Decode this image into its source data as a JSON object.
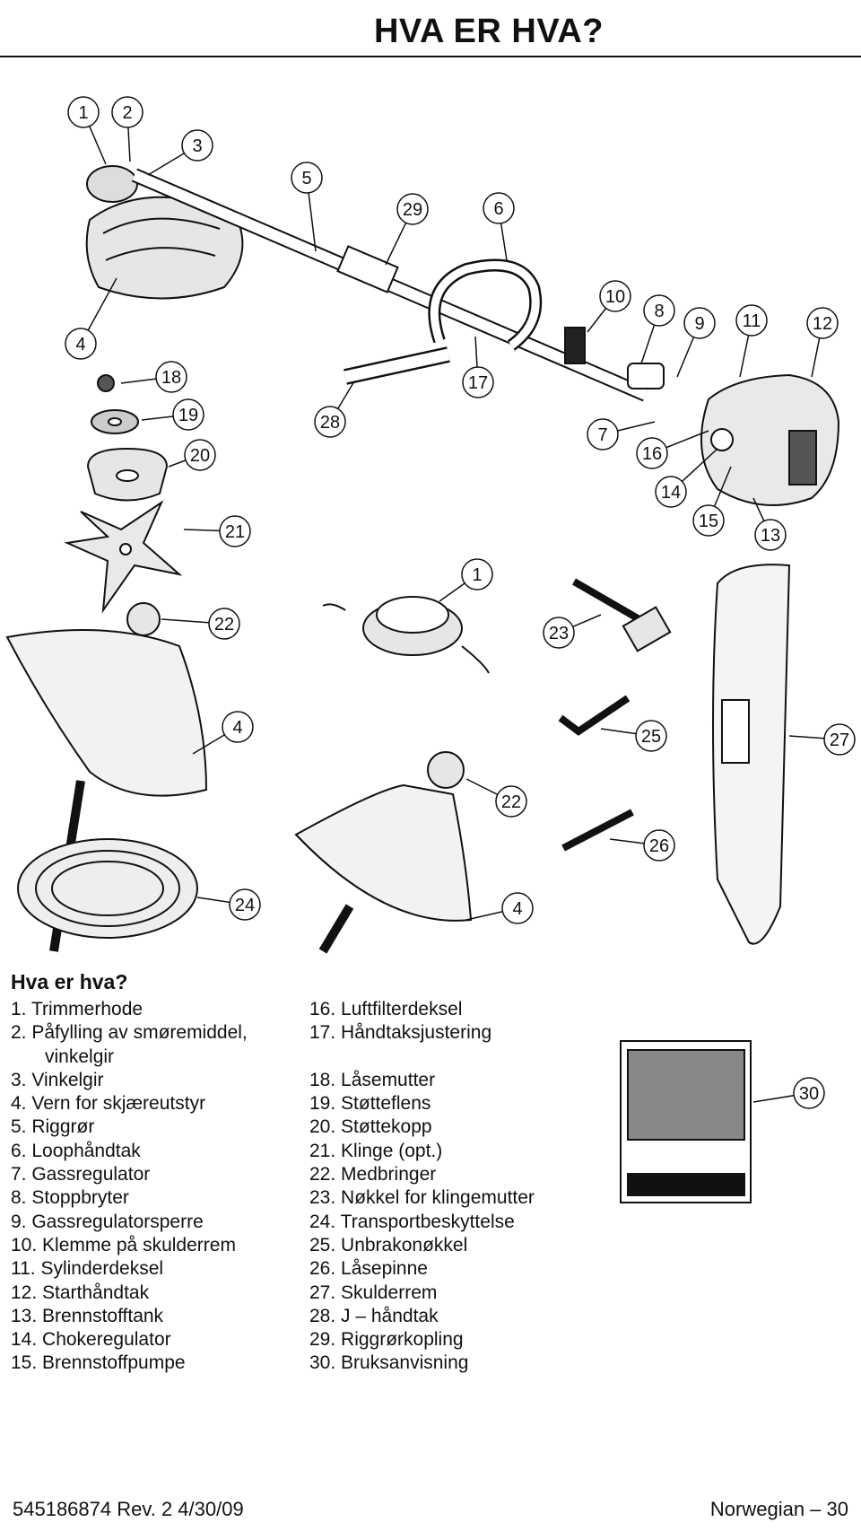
{
  "header": {
    "title": "HVA ER HVA?"
  },
  "section": {
    "heading": "Hva er hva?"
  },
  "items_left": [
    "1.  Trimmerhode",
    "2.  Påfylling av smøremiddel,",
    "vinkelgir",
    "3.  Vinkelgir",
    "4.  Vern for skjæreutstyr",
    "5.  Riggrør",
    "6.  Loophåndtak",
    "7.  Gassregulator",
    "8.  Stoppbryter",
    "9.  Gassregulatorsperre",
    "10. Klemme på skulderrem",
    "11. Sylinderdeksel",
    "12. Starthåndtak",
    "13. Brennstofftank",
    "14. Chokeregulator",
    "15. Brennstoffpumpe"
  ],
  "items_right": [
    "16. Luftfilterdeksel",
    "17. Håndtaksjustering",
    "",
    "18. Låsemutter",
    "19. Støtteflens",
    "20. Støttekopp",
    "21. Klinge (opt.)",
    "22. Medbringer",
    "23. Nøkkel for klingemutter",
    "24. Transportbeskyttelse",
    "25. Unbrakonøkkel",
    "26. Låsepinne",
    "27. Skulderrem",
    "28. J – håndtak",
    "29. Riggrørkopling",
    "30. Bruksanvisning"
  ],
  "callouts": [
    "1",
    "2",
    "3",
    "4",
    "5",
    "29",
    "6",
    "10",
    "8",
    "9",
    "11",
    "12",
    "18",
    "19",
    "20",
    "28",
    "17",
    "7",
    "16",
    "14",
    "15",
    "13",
    "21",
    "1",
    "22",
    "23",
    "4",
    "25",
    "27",
    "22",
    "26",
    "24",
    "4",
    "30"
  ],
  "footer": {
    "left": "545186874  Rev. 2   4/30/09",
    "right": "Norwegian – 30"
  }
}
